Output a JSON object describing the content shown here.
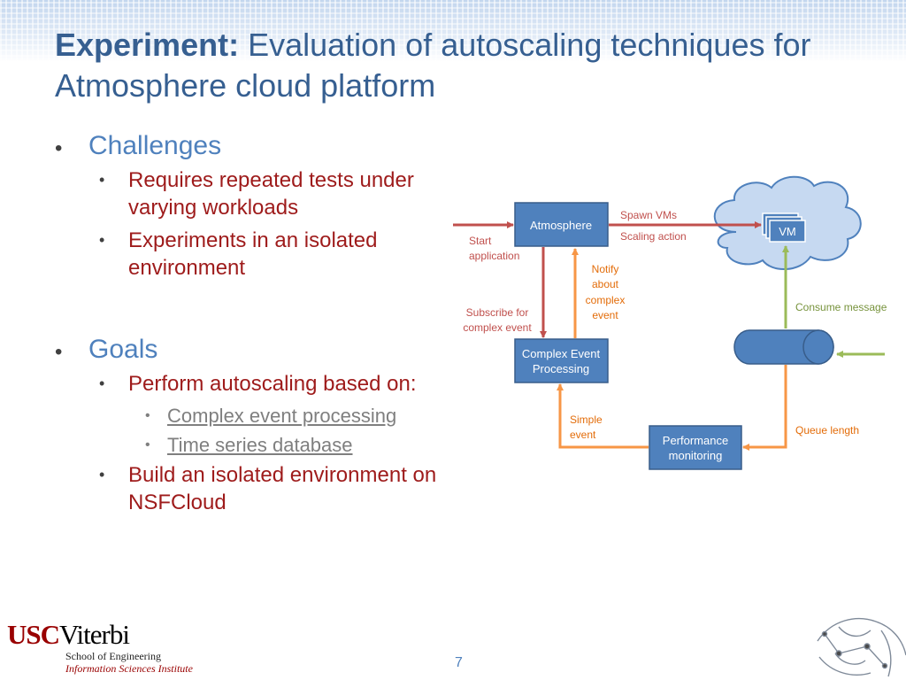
{
  "slide": {
    "title_bold": "Experiment:",
    "title_rest": " Evaluation of autoscaling techniques for Atmosphere cloud platform",
    "page_number": "7"
  },
  "bullets": {
    "challenges": {
      "heading": "Challenges",
      "items": [
        "Requires repeated tests under varying workloads",
        "Experiments in an isolated environment"
      ]
    },
    "goals": {
      "heading": "Goals",
      "item1": "Perform autoscaling based on:",
      "subitems": [
        "Complex event processing",
        "Time series database"
      ],
      "item2": "Build an isolated environment on NSFCloud"
    }
  },
  "diagram": {
    "nodes": {
      "atmosphere": "Atmosphere",
      "cep_line1": "Complex Event",
      "cep_line2": "Processing",
      "perf_line1": "Performance",
      "perf_line2": "monitoring",
      "vm": "VM"
    },
    "labels": {
      "start_line1": "Start",
      "start_line2": "application",
      "spawn": "Spawn VMs",
      "scaling": "Scaling action",
      "notify": [
        "Notify",
        "about",
        "complex",
        "event"
      ],
      "subscribe_line1": "Subscribe for",
      "subscribe_line2": "complex event",
      "consume": "Consume message",
      "simple_line1": "Simple",
      "simple_line2": "event",
      "queue": "Queue length"
    },
    "colors": {
      "box_fill": "#4f81bd",
      "box_stroke": "#385d8a",
      "red_arrow": "#c0504d",
      "orange_arrow": "#f79646",
      "green_arrow": "#9bbb59",
      "red_text": "#c0504d",
      "orange_text": "#e36c09",
      "green_text": "#77933c",
      "cloud_fill": "#c6d9f1"
    }
  },
  "logo": {
    "usc": "USC",
    "viterbi": "Viterbi",
    "school": "School of Engineering",
    "institute": "Information Sciences Institute"
  }
}
